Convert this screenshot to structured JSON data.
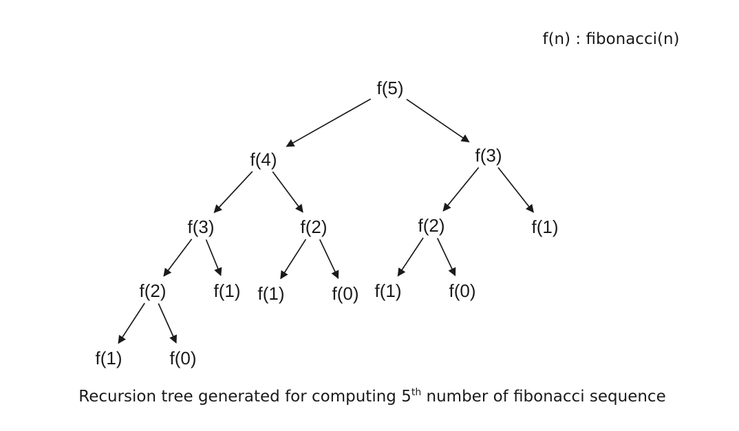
{
  "legend": "f(n) : fibonacci(n)",
  "caption": {
    "before": "Recursion tree generated for computing 5",
    "superscript": "th",
    "after": " number of fibonacci sequence"
  },
  "tree": {
    "nodes": [
      {
        "id": "n-5",
        "label": "f(5)"
      },
      {
        "id": "n-4",
        "label": "f(4)"
      },
      {
        "id": "n-3a",
        "label": "f(3)"
      },
      {
        "id": "n-3b",
        "label": "f(3)"
      },
      {
        "id": "n-2a",
        "label": "f(2)"
      },
      {
        "id": "n-2b",
        "label": "f(2)"
      },
      {
        "id": "n-1a",
        "label": "f(1)"
      },
      {
        "id": "n-2c",
        "label": "f(2)"
      },
      {
        "id": "n-1b",
        "label": "f(1)"
      },
      {
        "id": "n-1c",
        "label": "f(1)"
      },
      {
        "id": "n-0a",
        "label": "f(0)"
      },
      {
        "id": "n-1d",
        "label": "f(1)"
      },
      {
        "id": "n-0b",
        "label": "f(0)"
      },
      {
        "id": "n-1e",
        "label": "f(1)"
      },
      {
        "id": "n-0c",
        "label": "f(0)"
      }
    ],
    "edges": [
      {
        "from": "n-5",
        "to": "n-4"
      },
      {
        "from": "n-5",
        "to": "n-3b"
      },
      {
        "from": "n-4",
        "to": "n-3a"
      },
      {
        "from": "n-4",
        "to": "n-2a"
      },
      {
        "from": "n-3b",
        "to": "n-2b"
      },
      {
        "from": "n-3b",
        "to": "n-1a"
      },
      {
        "from": "n-3a",
        "to": "n-2c"
      },
      {
        "from": "n-3a",
        "to": "n-1b"
      },
      {
        "from": "n-2a",
        "to": "n-1c"
      },
      {
        "from": "n-2a",
        "to": "n-0a"
      },
      {
        "from": "n-2b",
        "to": "n-1d"
      },
      {
        "from": "n-2b",
        "to": "n-0b"
      },
      {
        "from": "n-2c",
        "to": "n-1e"
      },
      {
        "from": "n-2c",
        "to": "n-0c"
      }
    ]
  }
}
